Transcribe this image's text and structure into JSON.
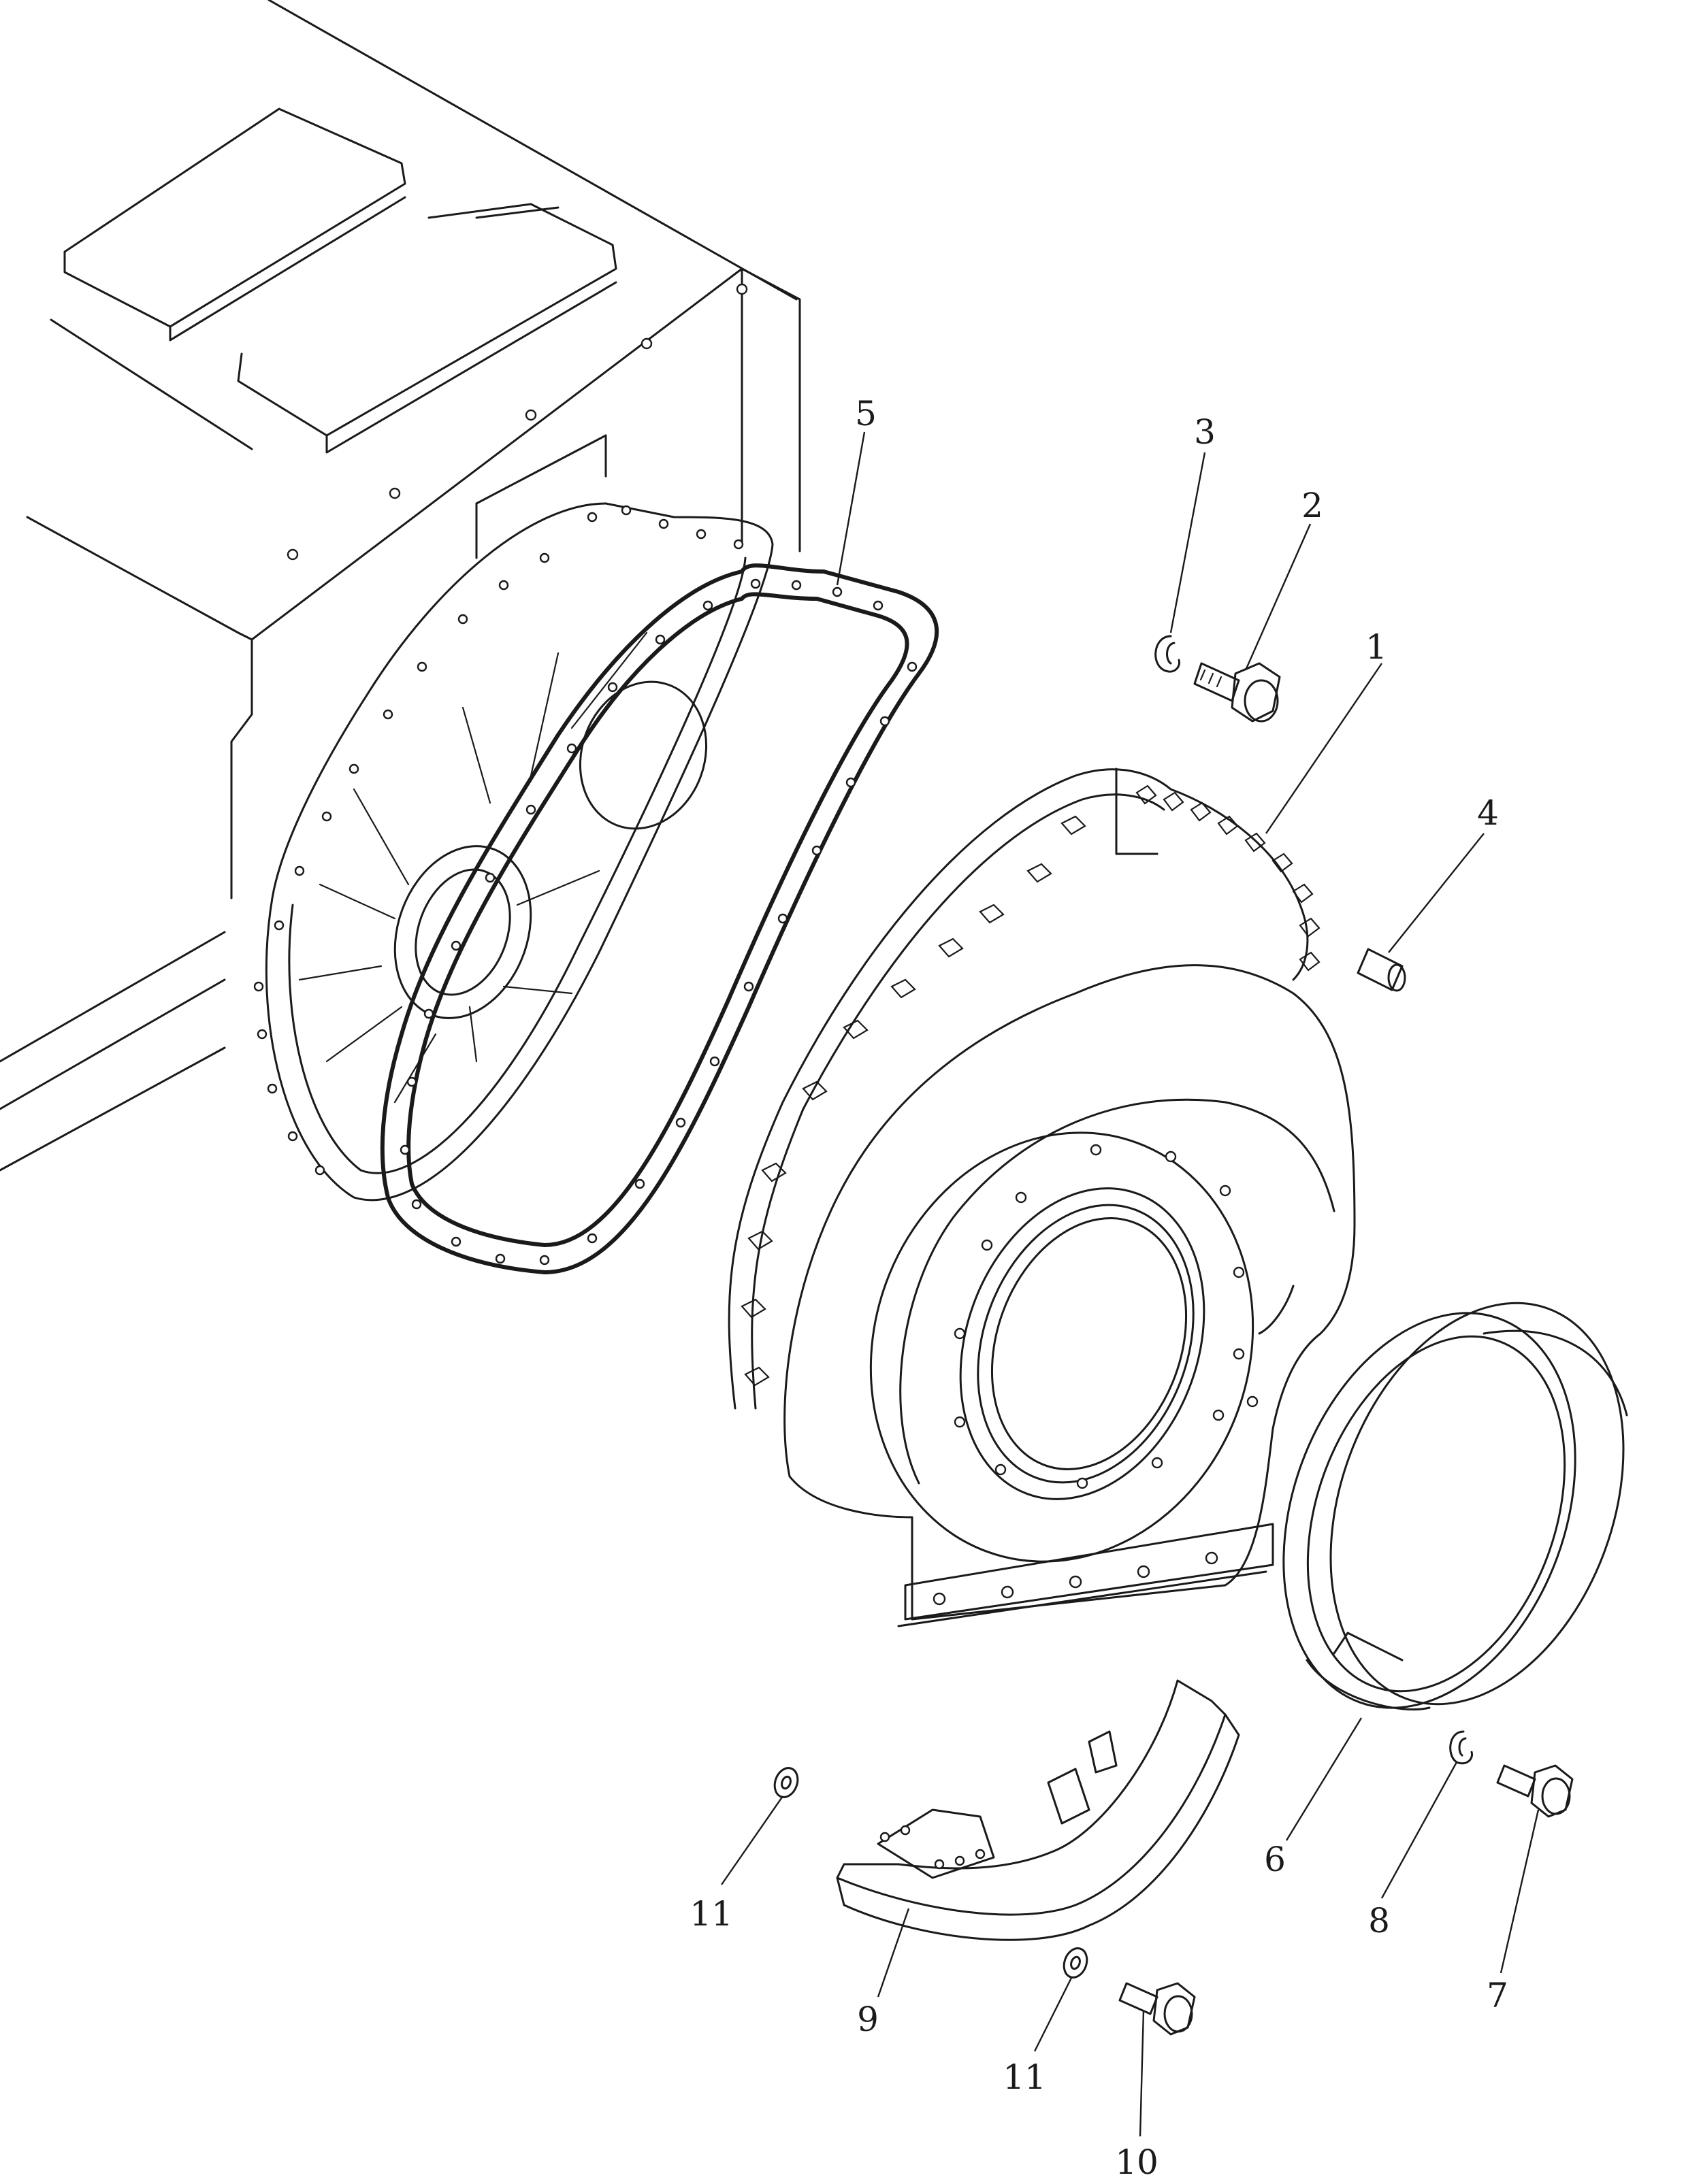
{
  "callouts": [
    {
      "id": "c1",
      "label": "1"
    },
    {
      "id": "c2",
      "label": "2"
    },
    {
      "id": "c3",
      "label": "3"
    },
    {
      "id": "c4",
      "label": "4"
    },
    {
      "id": "c5",
      "label": "5"
    },
    {
      "id": "c6",
      "label": "6"
    },
    {
      "id": "c7",
      "label": "7"
    },
    {
      "id": "c8",
      "label": "8"
    },
    {
      "id": "c9",
      "label": "9"
    },
    {
      "id": "c10",
      "label": "10"
    },
    {
      "id": "c11a",
      "label": "11"
    },
    {
      "id": "c11b",
      "label": "11"
    }
  ],
  "colors": {
    "line": "#1a1a1a",
    "background": "#ffffff"
  }
}
